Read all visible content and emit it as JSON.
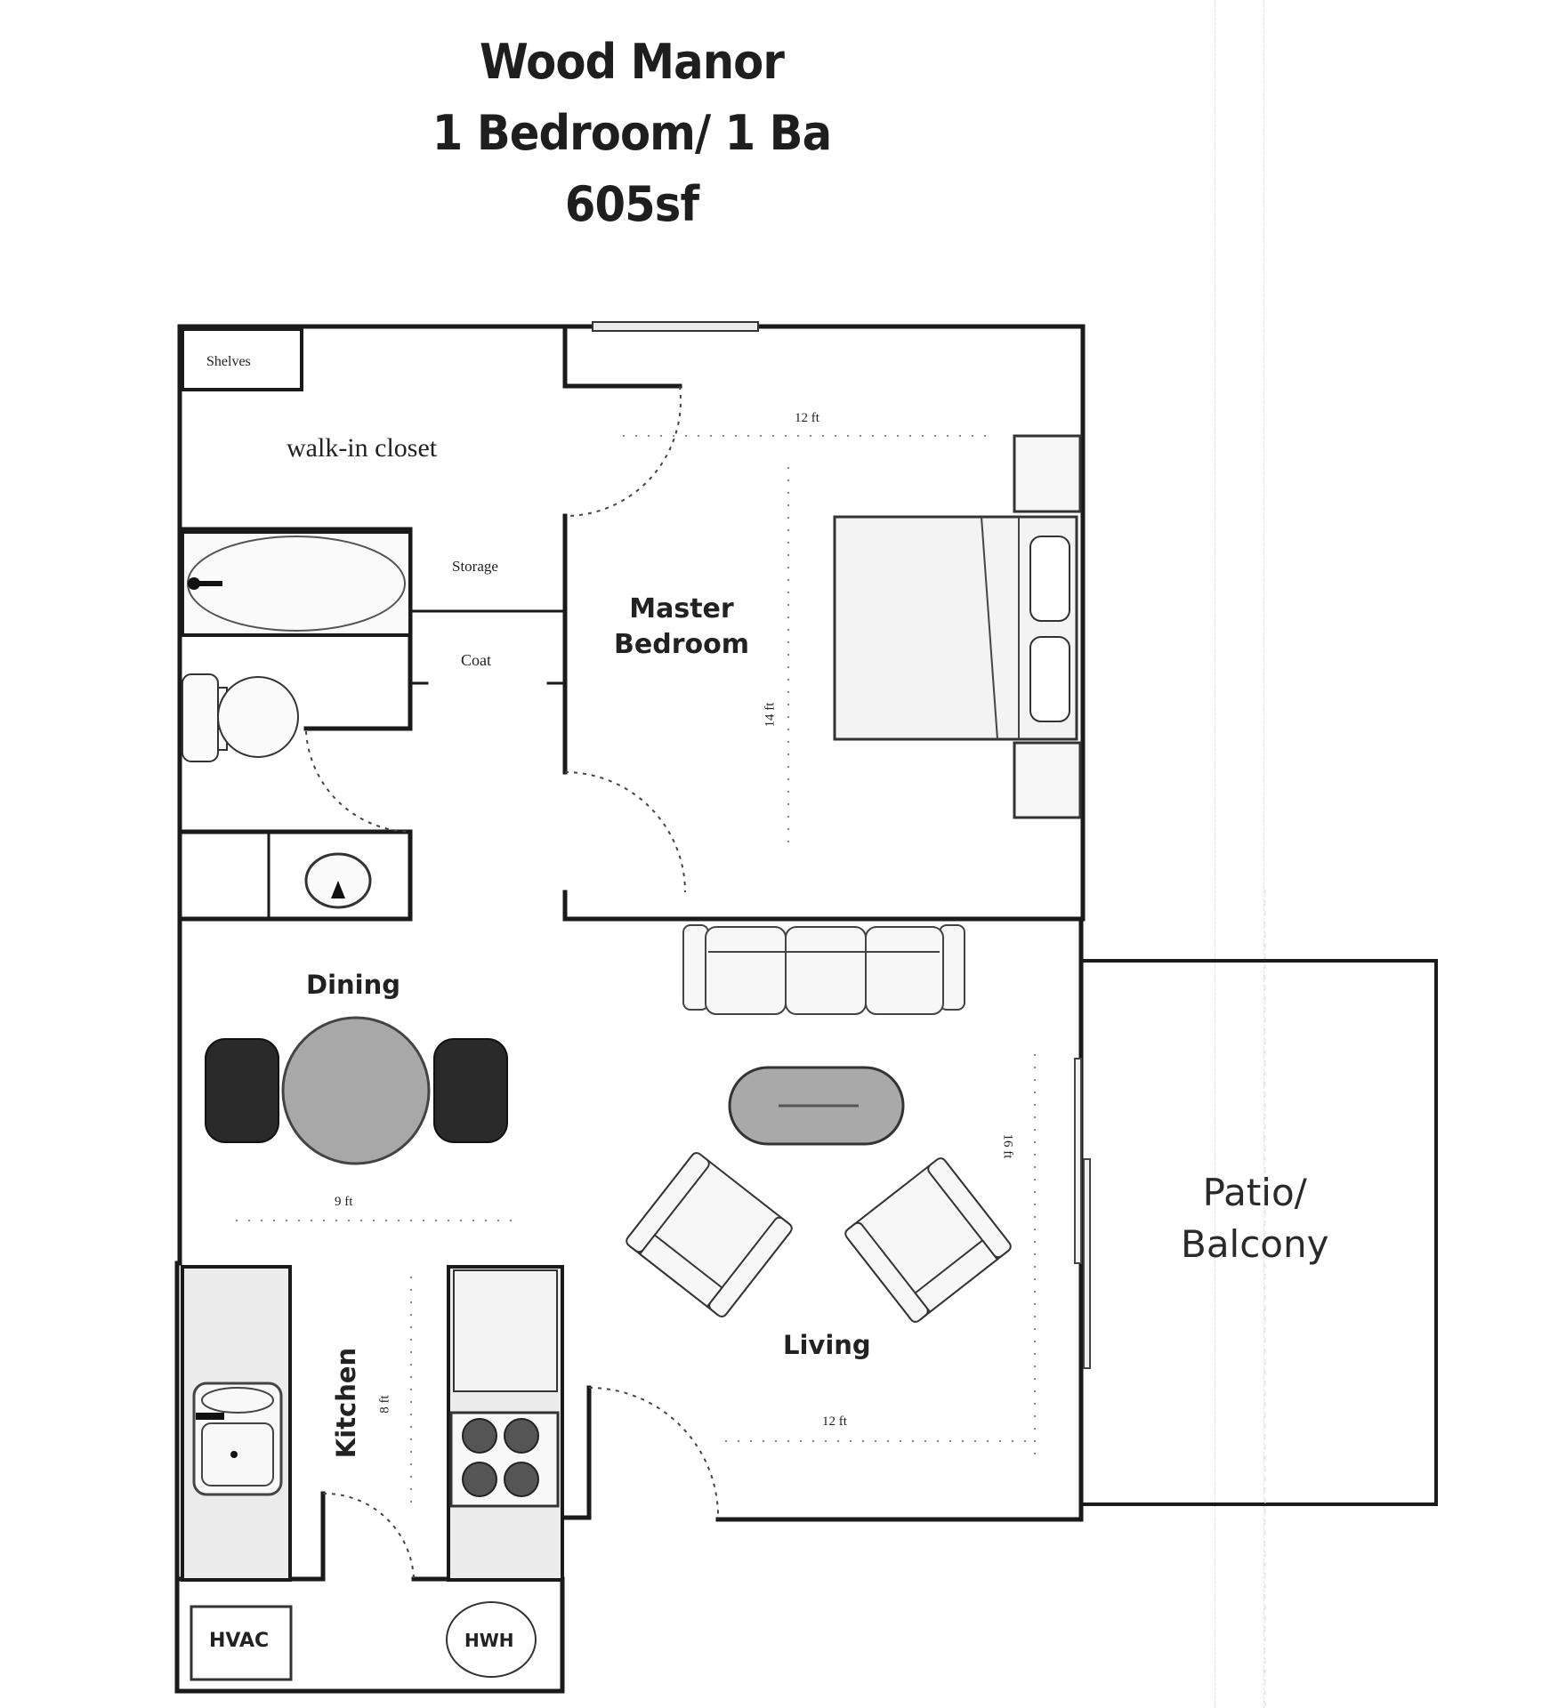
{
  "header": {
    "property_name": "Wood Manor",
    "unit_type": "1 Bedroom/ 1 Ba",
    "square_footage": "605sf"
  },
  "rooms": {
    "shelves": "Shelves",
    "walk_in_closet": "walk-in closet",
    "storage": "Storage",
    "coat": "Coat",
    "master_bedroom_line1": "Master",
    "master_bedroom_line2": "Bedroom",
    "dining": "Dining",
    "living": "Living",
    "kitchen": "Kitchen",
    "patio_line1": "Patio/",
    "patio_line2": "Balcony",
    "hvac": "HVAC",
    "hwh": "HWH"
  },
  "dimensions": {
    "bedroom_width": "12 ft",
    "bedroom_length": "14 ft",
    "dining_width": "9 ft",
    "living_length": "16 ft",
    "living_width": "12 ft",
    "kitchen_length": "8 ft"
  },
  "colors": {
    "wall": "#1a1a1a",
    "furniture_fill": "#f2f2f2",
    "dark_furniture": "#2a2a2a",
    "table_gray": "#a8a8a8",
    "background": "#ffffff"
  }
}
